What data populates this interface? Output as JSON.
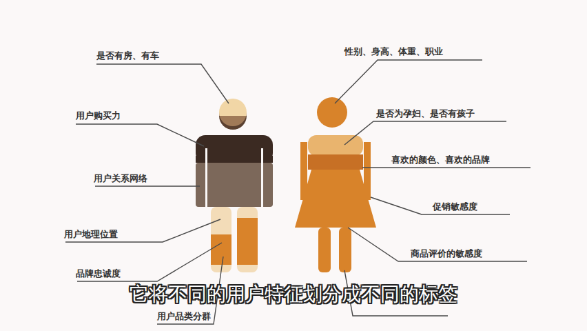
{
  "diagram": {
    "caption": "它将不同的用户特征划分成不同的标签",
    "labels": [
      "是否有房、有车",
      "性别、身高、体重、职业",
      "用户购买力",
      "是否为孕妇、是否有孩子",
      "喜欢的颜色、喜欢的品牌",
      "用户关系网络",
      "促销敏感度",
      "用户地理位置",
      "商品评价的敏感度",
      "品牌忠诚度",
      "用户品类分群"
    ]
  }
}
